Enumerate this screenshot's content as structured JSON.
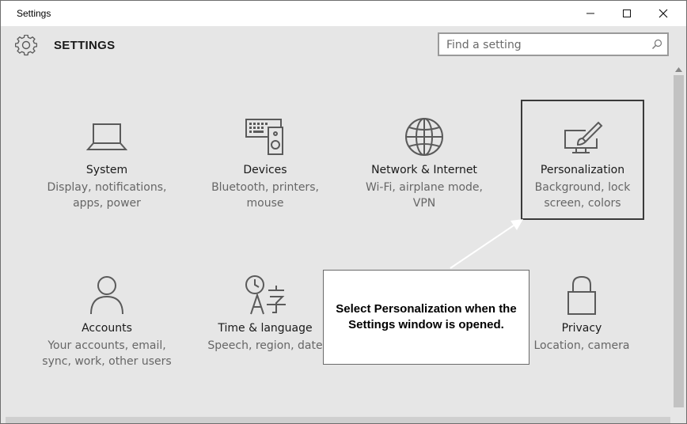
{
  "window": {
    "title": "Settings"
  },
  "header": {
    "title": "SETTINGS",
    "search_placeholder": "Find a setting"
  },
  "tiles": [
    {
      "name": "System",
      "desc1": "Display, notifications,",
      "desc2": "apps, power",
      "icon": "laptop-icon"
    },
    {
      "name": "Devices",
      "desc1": "Bluetooth, printers,",
      "desc2": "mouse",
      "icon": "devices-icon"
    },
    {
      "name": "Network & Internet",
      "desc1": "Wi-Fi, airplane mode,",
      "desc2": "VPN",
      "icon": "globe-icon"
    },
    {
      "name": "Personalization",
      "desc1": "Background, lock",
      "desc2": "screen, colors",
      "icon": "paintbrush-display-icon"
    },
    {
      "name": "Accounts",
      "desc1": "Your accounts, email,",
      "desc2": "sync, work, other users",
      "icon": "person-icon"
    },
    {
      "name": "Time & language",
      "desc1": "Speech, region, date",
      "desc2": "",
      "icon": "time-language-icon"
    },
    {
      "name": "Privacy",
      "desc1": "Location, camera",
      "desc2": "",
      "icon": "lock-icon"
    }
  ],
  "callout": {
    "text": "Select Personalization when the Settings window is opened."
  },
  "colors": {
    "selection_border": "#3a3a3a",
    "window_bg": "#e6e6e6",
    "icon": "#5a5a5a"
  }
}
